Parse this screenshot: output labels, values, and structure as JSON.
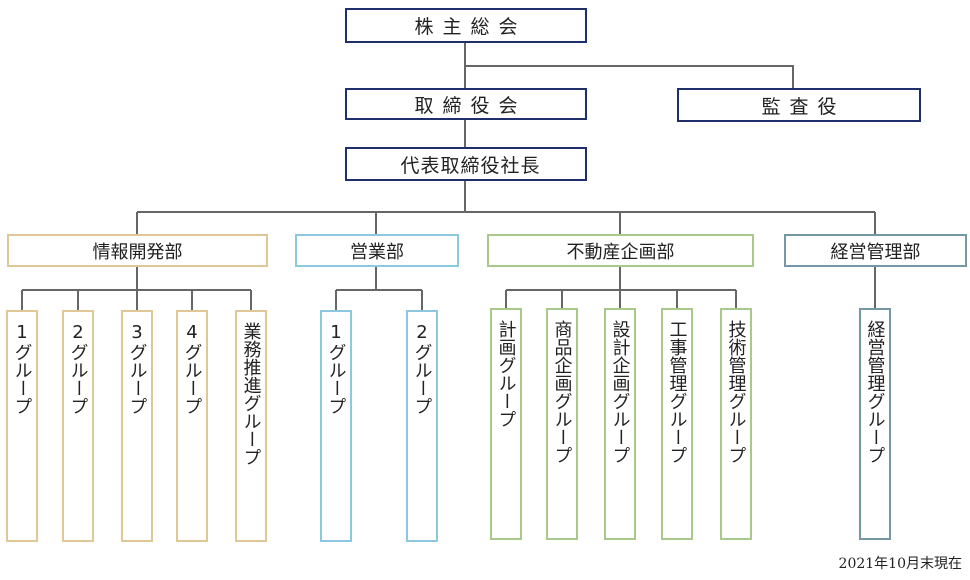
{
  "top": {
    "shareholders": "株主総会",
    "board": "取締役会",
    "auditor": "監査役",
    "president": "代表取締役社長"
  },
  "departments": {
    "info": {
      "label": "情報開発部",
      "groups": [
        "1グループ",
        "2グループ",
        "3グループ",
        "4グループ",
        "業務推進グループ"
      ]
    },
    "sales": {
      "label": "営業部",
      "groups": [
        "1グループ",
        "2グループ"
      ]
    },
    "estate": {
      "label": "不動産企画部",
      "groups": [
        "計画グループ",
        "商品企画グループ",
        "設計企画グループ",
        "工事管理グループ",
        "技術管理グループ"
      ]
    },
    "mgmt": {
      "label": "経営管理部",
      "groups": [
        "経営管理グループ"
      ]
    }
  },
  "colors": {
    "top_border": "#1f2f6b",
    "info": "#e0c796",
    "sales": "#8cc8de",
    "estate": "#a9c98a",
    "mgmt": "#7598a8",
    "connector": "#666666"
  },
  "footnote": "2021年10月末現在"
}
